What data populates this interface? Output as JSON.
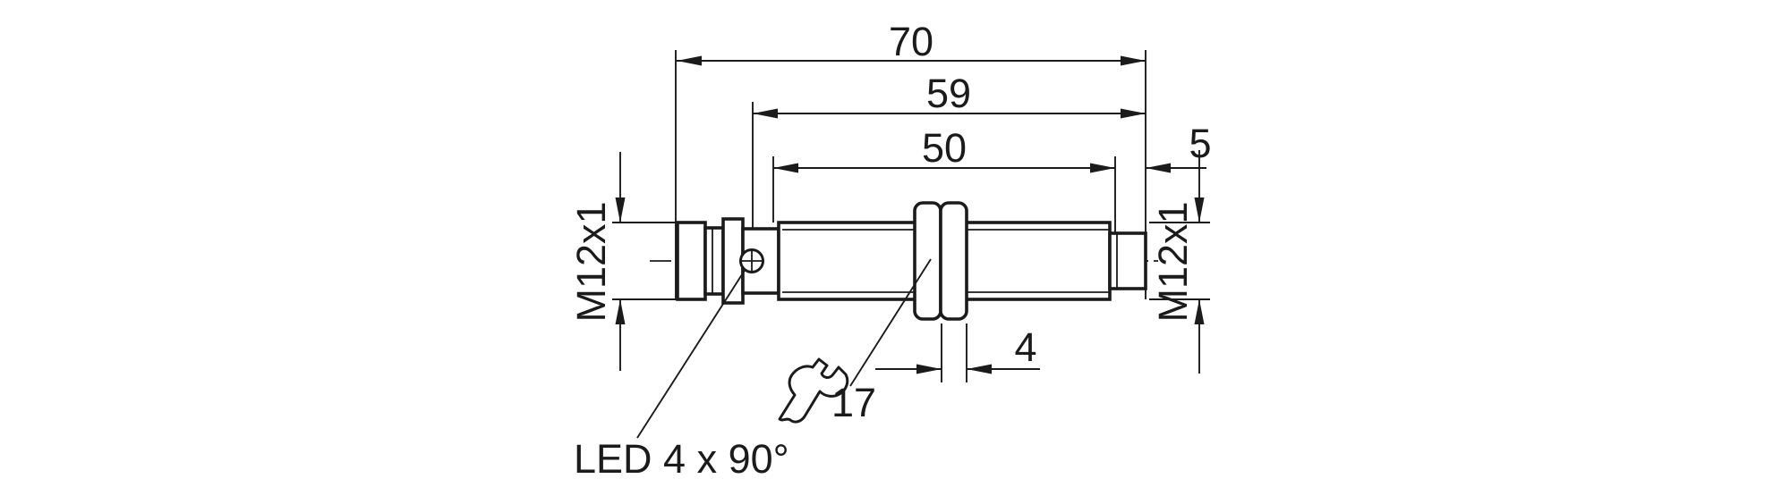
{
  "drawing": {
    "dimensions": {
      "overall_length": "70",
      "led_position_length": "59",
      "thread_length": "50",
      "tip_length": "5",
      "nut_thickness": "4",
      "wrench_size": "17",
      "connector_thread": "M12x1",
      "barrel_thread": "M12x1"
    },
    "labels": {
      "led": "LED 4 x 90°"
    },
    "icons": {
      "wrench": "wrench-icon"
    },
    "colors": {
      "line": "#1b1b1b",
      "background": "#ffffff"
    }
  }
}
